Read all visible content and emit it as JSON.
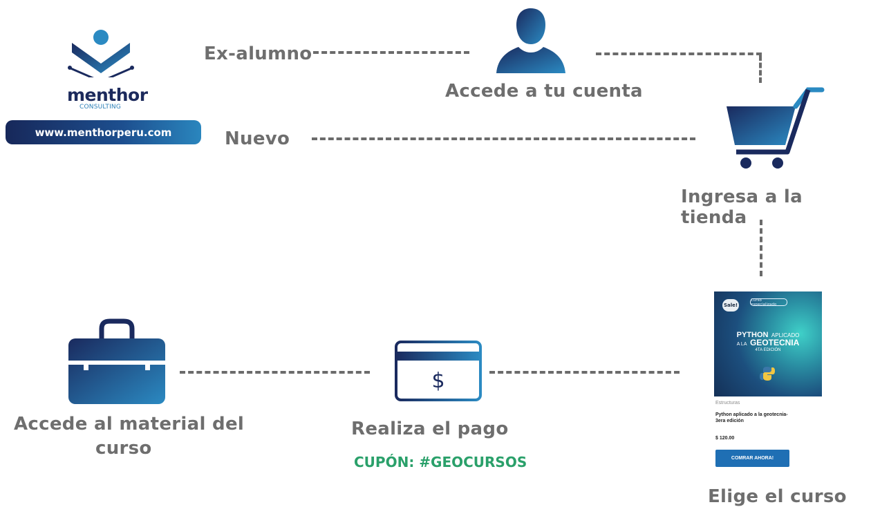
{
  "brand": {
    "name": "menthor",
    "subtitle": "CONSULTING",
    "url": "www.menthorperu.com"
  },
  "labels": {
    "ex_alumno": "Ex-alumno",
    "nuevo": "Nuevo",
    "accede_cuenta": "Accede a tu cuenta",
    "ingresa_tienda": "Ingresa a la tienda",
    "elige_curso": "Elige el curso",
    "realiza_pago": "Realiza el pago",
    "cupon": "CUPÓN: #GEOCURSOS",
    "accede_material_1": "Accede al material del",
    "accede_material_2": "curso"
  },
  "product_card": {
    "badge": "Sale!",
    "tag": "Curso especializado",
    "image_title_1a": "PYTHON",
    "image_title_1b": "APLICADO",
    "image_title_2a": "A LA",
    "image_title_2b": "GEOTECNIA",
    "image_edition": "4TA EDICIÓN",
    "category": "Estructuras",
    "title": "Python aplicado a la geotecnia-3era edición",
    "price": "$ 120.00",
    "button": "COMRAR AHORA!"
  },
  "icons": {
    "logo": "book-person-logo-icon",
    "user": "user-silhouette-icon",
    "cart": "shopping-cart-icon",
    "card": "credit-card-dollar-icon",
    "briefcase": "briefcase-icon"
  },
  "colors": {
    "gradient_dark": "#1a2a5e",
    "gradient_light": "#2b8ac2",
    "label_gray": "#6e6e6e",
    "coupon_green": "#2aa06a",
    "button_blue": "#1f6fb4"
  }
}
